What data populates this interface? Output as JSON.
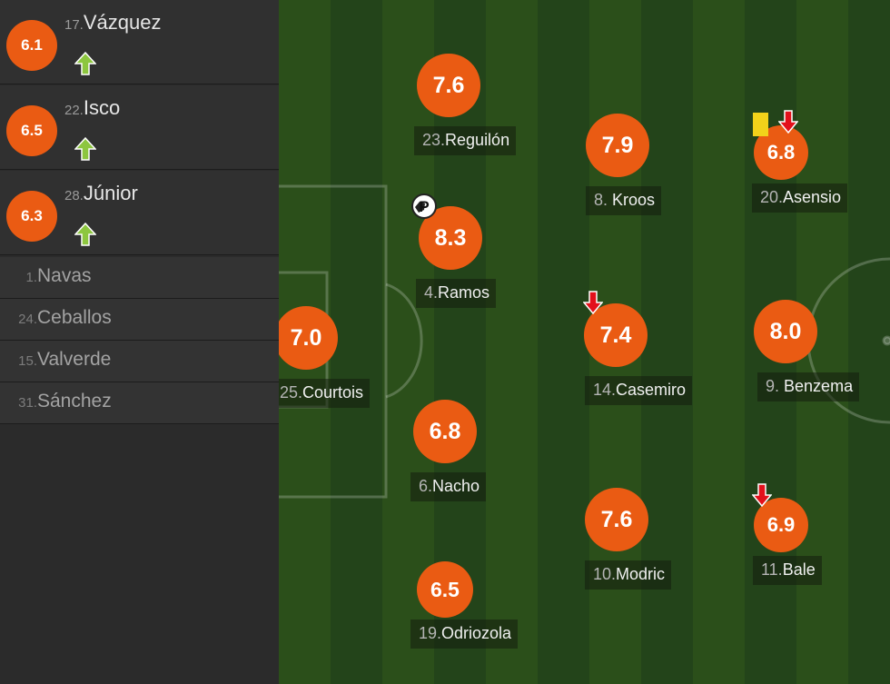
{
  "substitutes": [
    {
      "rating": "6.1",
      "number": "17.",
      "name": "Vázquez",
      "status_icon": "sub-in-arrow-icon"
    },
    {
      "rating": "6.5",
      "number": "22.",
      "name": "Isco",
      "status_icon": "sub-in-arrow-icon"
    },
    {
      "rating": "6.3",
      "number": "28.",
      "name": "Júnior",
      "status_icon": "sub-in-arrow-icon"
    }
  ],
  "bench": [
    {
      "number": "1.",
      "name": "Navas"
    },
    {
      "number": "24.",
      "name": "Ceballos"
    },
    {
      "number": "15.",
      "name": "Valverde"
    },
    {
      "number": "31.",
      "name": "Sánchez"
    }
  ],
  "players": {
    "courtois": {
      "rating": "7.0",
      "number": "25.",
      "name": "Courtois"
    },
    "reguilon": {
      "rating": "7.6",
      "number": "23.",
      "name": "Reguilón"
    },
    "ramos": {
      "rating": "8.3",
      "number": "4.",
      "name": "Ramos",
      "event_icon": "penalty-ball-icon"
    },
    "nacho": {
      "rating": "6.8",
      "number": "6.",
      "name": "Nacho"
    },
    "odriozola": {
      "rating": "6.5",
      "number": "19.",
      "name": "Odriozola"
    },
    "kroos": {
      "rating": "7.9",
      "number": "8.",
      "name": "Kroos"
    },
    "casemiro": {
      "rating": "7.4",
      "number": "14.",
      "name": "Casemiro",
      "event_icon": "sub-out-arrow-icon"
    },
    "modric": {
      "rating": "7.6",
      "number": "10.",
      "name": "Modric"
    },
    "asensio": {
      "rating": "6.8",
      "number": "20.",
      "name": "Asensio",
      "event_icons": [
        "yellow-card-icon",
        "sub-out-arrow-icon"
      ]
    },
    "benzema": {
      "rating": "8.0",
      "number": "9.",
      "name": "Benzema"
    },
    "bale": {
      "rating": "6.9",
      "number": "11.",
      "name": "Bale",
      "event_icon": "sub-out-arrow-icon"
    }
  },
  "colors": {
    "rating_bg": "#ea5b13",
    "sub_in": "#8dc63f",
    "sub_out": "#e3101b",
    "yellow_card": "#f2d21a",
    "pitch_dark": "#23441a",
    "pitch_light": "#2b4f1a"
  }
}
